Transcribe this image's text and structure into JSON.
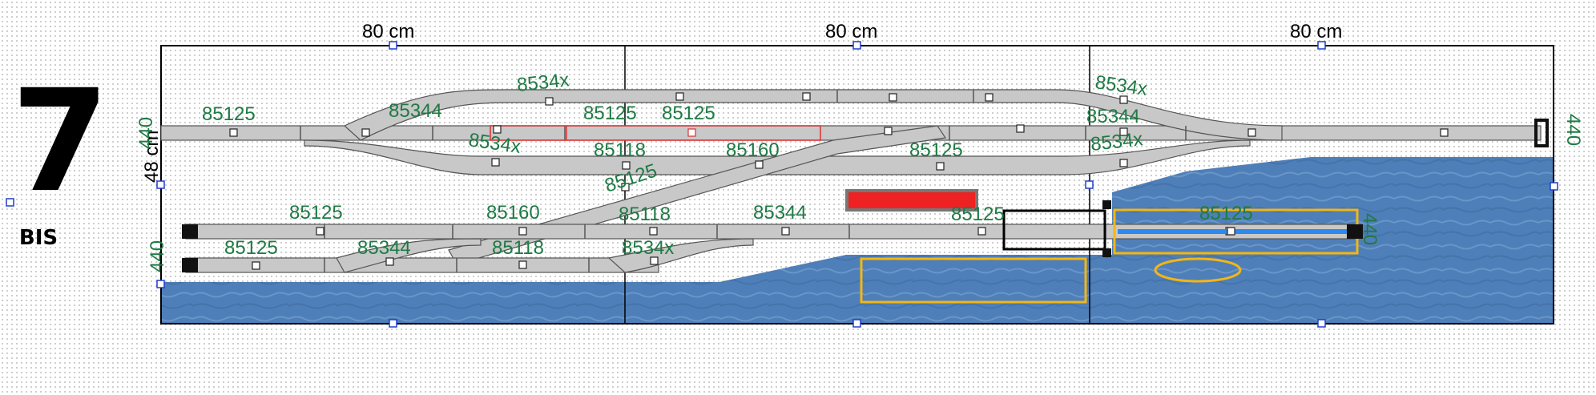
{
  "title": {
    "number": "7",
    "subtitle": "BIS"
  },
  "dimensions": {
    "top": [
      "80 cm",
      "80 cm",
      "80 cm"
    ],
    "left": "48 cm"
  },
  "track_labels": [
    "85125",
    "85344",
    "8534x",
    "85125",
    "85125",
    "8534x",
    "85344",
    "8534x",
    "85118",
    "85160",
    "85125",
    "8534x",
    "85125",
    "85125",
    "85160",
    "85118",
    "85344",
    "85125",
    "85125",
    "85125",
    "85344",
    "85118",
    "8534x",
    "440",
    "440",
    "440",
    "440"
  ],
  "colors": {
    "track": "#c8c8c8",
    "water": "#4f7fb8",
    "label": "#1f7a44",
    "platform": "#ee2222",
    "highlight": "#f2b615",
    "selection": "#dd3333",
    "handle": "#1f3fcc"
  }
}
